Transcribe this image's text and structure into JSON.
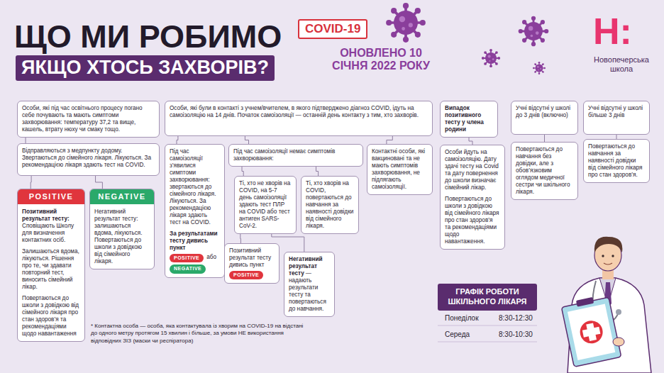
{
  "diagram": {
    "title": "ЩО МИ РОБИМО",
    "nodes": [
      {
        "text": [
          "ЯКЩО ХТОСЬ ЗАХВОРІВ?"
        ]
      },
      {
        "text": [
          "COVID-19"
        ]
      },
      {
        "text": [
          "Особи, які під час освітнього процесу погано себе почувають та мають симптоми захворювання: температуру 37,2 та вище, кашель, втрату нюху чи смаку тощо."
        ]
      },
      {
        "text": [
          "Особи, які були в контакті з учнем/вчителем, в якого підтверджено діагноз COVID, ідуть на самоізоляцію на 14 днів. Початок самоізоляції — останній день контакту з тим, хто захворів."
        ]
      },
      {
        "text": [
          "Випадок позитивного тесту у члена родини"
        ]
      },
      {
        "text": [
          "Учні відсутні у школі до 3 днів (включно)"
        ]
      },
      {
        "text": [
          "Учні відсутні у школі більше 3 днів"
        ]
      },
      {
        "text": [
          "Відправляються з медпункту додому. Звертаються до сімейного лікаря. Лікуються. За рекомендацією лікаря здають тест на COVID."
        ]
      },
      {
        "text": [
          "Під час самоізоляції з’явилися симптоми захворювання: звертаються до сімейного лікаря. Лікуються. За рекомендацією лікаря здають тест на COVID.",
          "За результатами тесту дивись пункт",
          "POSITIVE",
          "або",
          "NEGATIVE"
        ]
      },
      {
        "text": [
          "Під час самоізоляції немає симптомів захворювання:"
        ]
      },
      {
        "text": [
          "Ті, хто не хворів на COVID, на 5-7 день самоізоляції здають тест ПЛР на COVID або тест антиген SARS-CoV-2."
        ]
      },
      {
        "text": [
          "Ті, хто хворів на COVID, повертаються до навчання за наявності довідки від сімейного лікаря."
        ]
      },
      {
        "text": [
          "Контактні особи, які вакциновані та не мають симптомів захворювання, не підлягають самоізоляції."
        ]
      },
      {
        "text": [
          "Особи йдуть на самоізоляцію. Дату здачі тесту на Covid та дату повернення до школи визначає сімейний лікар.",
          "Повертаються до школи з довідкою від сімейного лікаря про стан здоров’я та рекомендаціями щодо навантаження."
        ]
      },
      {
        "text": [
          "Повертаються до навчання без довідки, але з обов’язковим оглядом медичної сестри чи шкільного лікаря."
        ]
      },
      {
        "text": [
          "Повертаються до навчання за наявності довідки від сімейного лікаря про стан здоров’я."
        ]
      },
      {
        "text": [
          "POSITIVE",
          "Позитивний результат тесту:",
          "Сповіщають Школу для визначення контактних осіб.",
          "Залишаються вдома, лікуються. Рішення про те, чи здавати повторний тест, виносить сімейний лікар.",
          "Повертаються до школи з довідкою від сімейного лікаря про стан здоров’я та рекомендаціями щодо навантаження"
        ]
      },
      {
        "text": [
          "NEGATIVE",
          "Негативний результат тесту:",
          "залишаються вдома, лікуються. Повертаються до школи з довідкою від сімейного лікаря."
        ]
      },
      {
        "text": [
          "Позитивний результат тесту дивись пункт",
          "POSITIVE"
        ]
      },
      {
        "text": [
          "Негативний результат тесту",
          "— надають результати тесту та повертаються до навчання."
        ]
      },
      {
        "text": [
          "ГРАФІК РОБОТИ ШКІЛЬНОГО ЛІКАРЯ"
        ]
      }
    ],
    "edges": [
      {
        "from": 2,
        "to": 7,
        "arrow": "none"
      },
      {
        "from": 7,
        "to": 16,
        "arrow": "none"
      },
      {
        "from": 7,
        "to": 17,
        "arrow": "none"
      },
      {
        "from": 3,
        "to": 8,
        "arrow": "none"
      },
      {
        "from": 3,
        "to": 9,
        "arrow": "none"
      },
      {
        "from": 3,
        "to": 12,
        "arrow": "none"
      },
      {
        "from": 9,
        "to": 10,
        "arrow": "none"
      },
      {
        "from": 9,
        "to": 11,
        "arrow": "none"
      },
      {
        "from": 10,
        "to": 18,
        "arrow": "none"
      },
      {
        "from": 10,
        "to": 19,
        "arrow": "none"
      },
      {
        "from": 4,
        "to": 13,
        "arrow": "none"
      },
      {
        "from": 5,
        "to": 14,
        "arrow": "none"
      },
      {
        "from": 6,
        "to": 15,
        "arrow": "none"
      }
    ],
    "labels": [
      "ОНОВЛЕНО 10 СІЧНЯ 2022 РОКУ",
      "Н:",
      "Новопечерська школа",
      "* Контактна особа — особа, яка контактувала із хворим на COVID-19 на відстані до одного метру протягом 15 хвилин і більше, за умови НЕ використання відповідних ЗІЗ (маски чи респіратора)",
      "Понеділок",
      "8:30-12:30",
      "Середа",
      "8:30-10:30"
    ]
  }
}
